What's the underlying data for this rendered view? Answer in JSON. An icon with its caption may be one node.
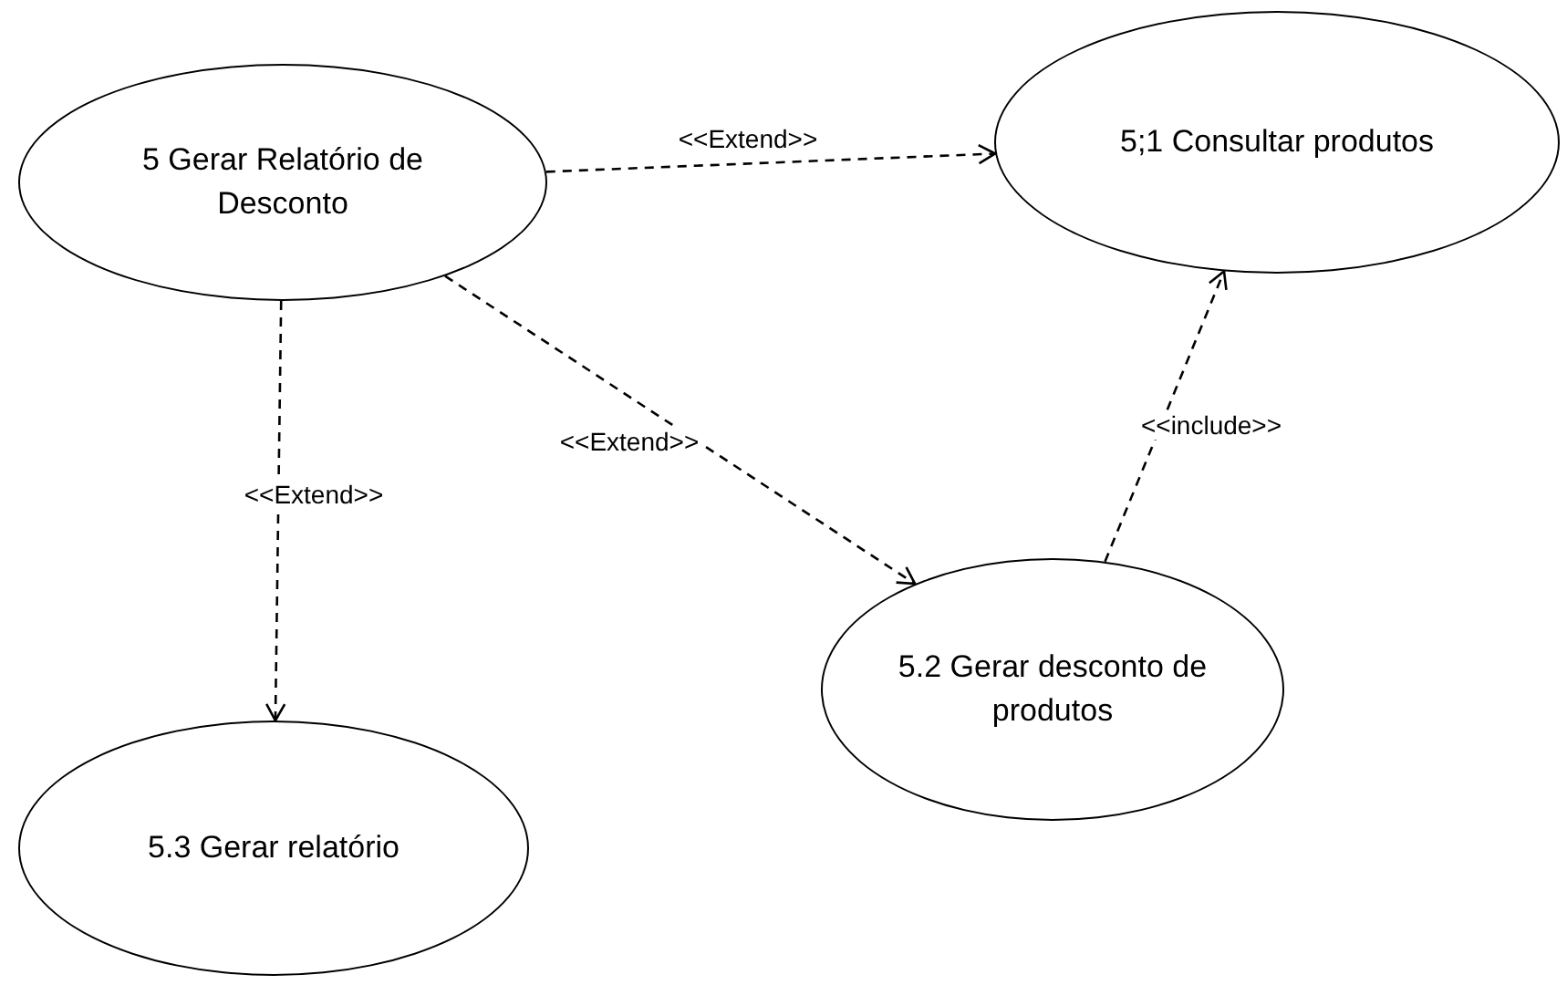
{
  "diagram": {
    "nodes": [
      {
        "text": [
          "5 Gerar Relatório de Desconto"
        ]
      },
      {
        "text": [
          "5;1 Consultar produtos"
        ]
      },
      {
        "text": [
          "5.2 Gerar desconto de produtos"
        ]
      },
      {
        "text": [
          "5.3 Gerar relatório"
        ]
      }
    ],
    "edges": [
      {
        "from": 0,
        "to": 1,
        "arrow": "to",
        "label": "<<Extend>>",
        "style": "dashed"
      },
      {
        "from": 0,
        "to": 2,
        "arrow": "to",
        "label": "<<Extend>>",
        "style": "dashed"
      },
      {
        "from": 0,
        "to": 3,
        "arrow": "to",
        "label": "<<Extend>>",
        "style": "dashed"
      },
      {
        "from": 2,
        "to": 1,
        "arrow": "to",
        "label": "<<include>>",
        "style": "dashed"
      }
    ]
  }
}
